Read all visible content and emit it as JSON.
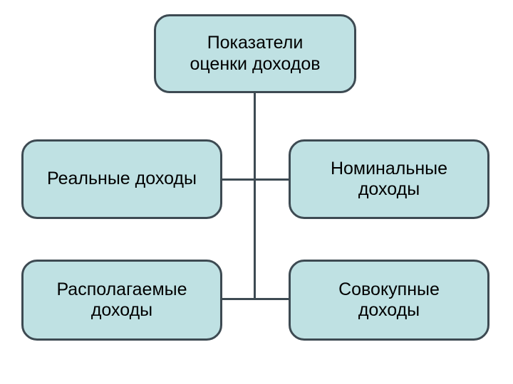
{
  "diagram": {
    "type": "hierarchy-tree",
    "title": "Показатели оценки доходов",
    "colors": {
      "node_fill": "#bfe1e3",
      "node_border": "#3d4a52",
      "connector": "#3d4a52",
      "text": "#000000",
      "background": "#ffffff"
    },
    "nodes": {
      "root": {
        "label": "Показатели\nоценки доходов",
        "line1": "Показатели",
        "line2": "оценки доходов"
      },
      "real_income": {
        "label": "Реальные доходы"
      },
      "nominal_income": {
        "label": "Номинальные\nдоходы",
        "line1": "Номинальные",
        "line2": "доходы"
      },
      "disposable_income": {
        "label": "Располагаемые\nдоходы",
        "line1": "Располагаемые",
        "line2": "доходы"
      },
      "aggregate_income": {
        "label": "Совокупные\nдоходы",
        "line1": "Совокупные",
        "line2": "доходы"
      }
    },
    "connections": [
      {
        "from": "root",
        "to": "real_income"
      },
      {
        "from": "root",
        "to": "nominal_income"
      },
      {
        "from": "root",
        "to": "disposable_income"
      },
      {
        "from": "root",
        "to": "aggregate_income"
      }
    ]
  }
}
